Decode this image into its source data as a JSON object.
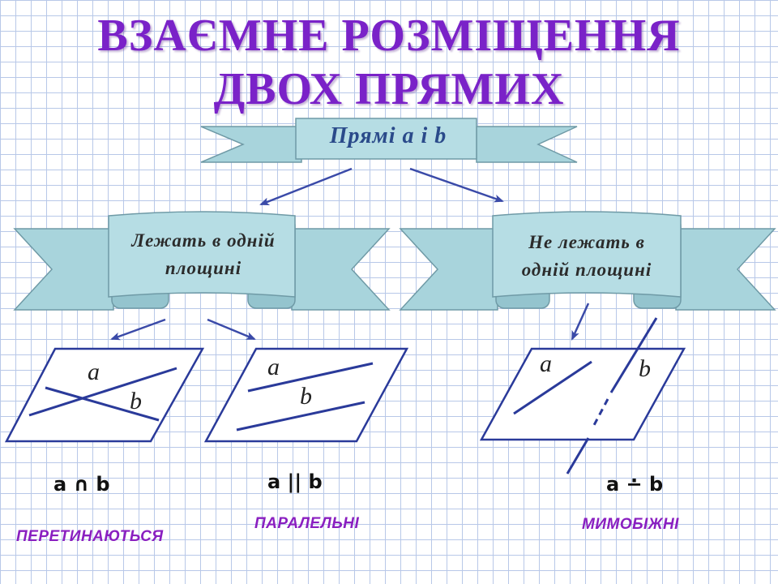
{
  "title": {
    "line1": "ВЗАЄМНЕ РОЗМІЩЕННЯ",
    "line2": "ДВОХ ПРЯМИХ"
  },
  "root": {
    "label": "Прямі a і b"
  },
  "branches": {
    "left": {
      "line1": "Лежать в одній",
      "line2": "площині"
    },
    "right": {
      "line1": "Не лежать в",
      "line2": "одній площині"
    }
  },
  "cases": [
    {
      "line_a": "a",
      "line_b": "b",
      "relation": "a ∩ b",
      "caption": "ПЕРЕТИНАЮТЬСЯ"
    },
    {
      "line_a": "a",
      "line_b": "b",
      "relation": "a || b",
      "caption": "ПАРАЛЕЛЬНІ"
    },
    {
      "line_a": "a",
      "line_b": "b",
      "relation": "a ∸ b",
      "caption": "МИМОБІЖНІ"
    }
  ],
  "colors": {
    "title": "#7a22c8",
    "banner_fill": "#a8d4dc",
    "banner_stroke": "#6f9aa6",
    "arrow": "#3a4aa8",
    "caption": "#8a1fc0"
  }
}
